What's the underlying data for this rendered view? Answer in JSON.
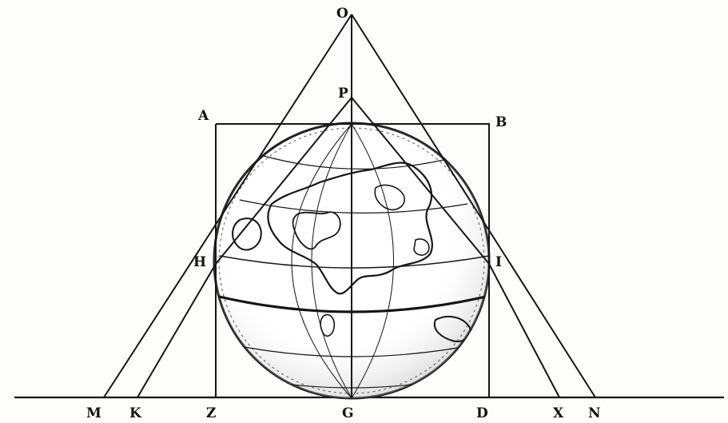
{
  "figure": {
    "labels": {
      "O": "O",
      "P": "P",
      "A": "A",
      "B": "B",
      "H": "H",
      "I": "I",
      "M": "M",
      "K": "K",
      "Z": "Z",
      "G": "G",
      "D": "D",
      "X": "X",
      "N": "N"
    },
    "colors": {
      "ink": "#151515",
      "paper": "#fdfdfb",
      "globe_shade": "#8a8a8a"
    },
    "elements": [
      "globe-icon",
      "square-ABDZ",
      "apex-O-lines",
      "apex-P-lines",
      "tangent-H-lines",
      "tangent-I-lines",
      "axis-OG",
      "ground-line"
    ]
  }
}
